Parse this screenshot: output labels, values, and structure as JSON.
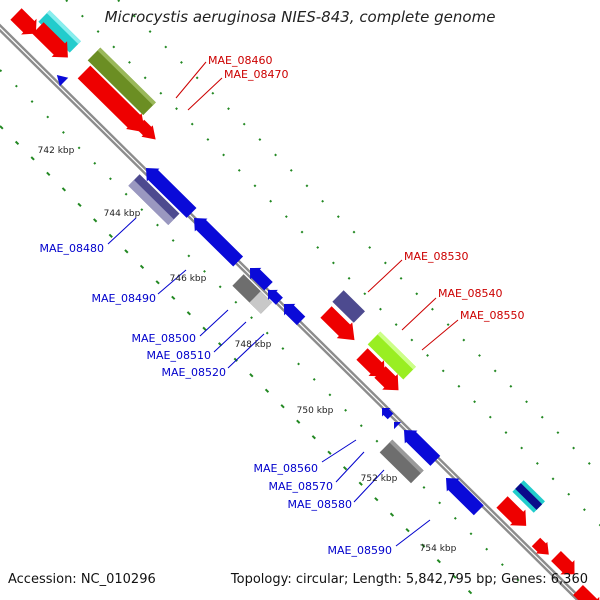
{
  "title": "Microcystis aeruginosa NIES-843, complete genome",
  "footer": {
    "accession": "Accession: NC_010296",
    "summary": "Topology: circular; Length: 5,842,795 bp; Genes: 6,360"
  },
  "scale_ticks": [
    "742 kbp",
    "744 kbp",
    "746 kbp",
    "748 kbp",
    "750 kbp",
    "752 kbp",
    "754 kbp"
  ],
  "gene_labels": {
    "forward": [
      "MAE_08460",
      "MAE_08470",
      "MAE_08530",
      "MAE_08540",
      "MAE_08550"
    ],
    "reverse": [
      "MAE_08480",
      "MAE_08490",
      "MAE_08500",
      "MAE_08510",
      "MAE_08520",
      "MAE_08560",
      "MAE_08570",
      "MAE_08580",
      "MAE_08590"
    ]
  },
  "colors": {
    "forward_label": "#cc0000",
    "reverse_label": "#0000cc",
    "backbone": "#8c8c8c",
    "ring_dots": "#228822",
    "cds_forward": "#ee0000",
    "cds_reverse": "#0a0ad8",
    "cyan": "#22cccc",
    "olive": "#6b8e23",
    "lime": "#99ee22",
    "slate": "#4d4a8f",
    "grey": "#6e6e6e",
    "light_grey": "#c8c8c8"
  }
}
